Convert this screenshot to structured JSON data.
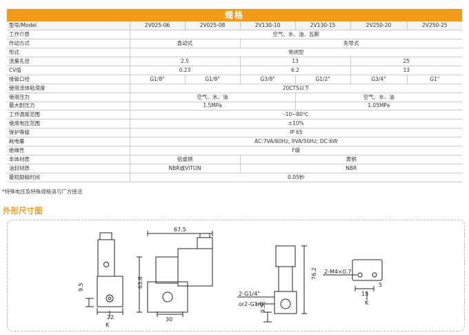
{
  "title": "规格",
  "table": {
    "header": [
      "型号/Model",
      "2V025-06",
      "2V025-08",
      "2V130-10",
      "2V130-15",
      "2V250-20",
      "2V250-25"
    ],
    "rows": [
      {
        "label": "工作介质",
        "cells": [
          {
            "text": "空气、水、油、瓦斯",
            "span": 6
          }
        ]
      },
      {
        "label": "作动方式",
        "cells": [
          {
            "text": "直动式",
            "span": 2
          },
          {
            "text": "先导式",
            "span": 4
          }
        ]
      },
      {
        "label": "形式",
        "cells": [
          {
            "text": "常闭型",
            "span": 6
          }
        ]
      },
      {
        "label": "流量孔径",
        "cells": [
          {
            "text": "2.5",
            "span": 2
          },
          {
            "text": "13",
            "span": 2
          },
          {
            "text": "25",
            "span": 2
          }
        ]
      },
      {
        "label": "CV值",
        "cells": [
          {
            "text": "0.23",
            "span": 2
          },
          {
            "text": "6.2",
            "span": 2
          },
          {
            "text": "13",
            "span": 2
          }
        ]
      },
      {
        "label": "接管口径",
        "cells": [
          {
            "text": "G1/8\"",
            "span": 1
          },
          {
            "text": "G1/8\"",
            "span": 1
          },
          {
            "text": "G3/8\"",
            "span": 1
          },
          {
            "text": "G1/2\"",
            "span": 1
          },
          {
            "text": "G3/4\"",
            "span": 1
          },
          {
            "text": "G1\"",
            "span": 1
          }
        ]
      },
      {
        "label": "使用流体粘滞度",
        "cells": [
          {
            "text": "20CTS以下",
            "span": 6
          }
        ]
      },
      {
        "label": "使用压力",
        "cells": [
          {
            "text": "空气、水、油",
            "span": 3
          },
          {
            "text": "空气、水、油",
            "span": 3
          }
        ]
      },
      {
        "label": "最大耐压力",
        "cells": [
          {
            "text": "1.5MPa",
            "span": 3
          },
          {
            "text": "1.05MPa",
            "span": 3
          }
        ]
      },
      {
        "label": "工作温度范围",
        "cells": [
          {
            "text": "-10~80℃",
            "span": 6
          }
        ]
      },
      {
        "label": "使用电压范围",
        "cells": [
          {
            "text": "±10%",
            "span": 6
          }
        ]
      },
      {
        "label": "保护等级",
        "cells": [
          {
            "text": "IP 65",
            "span": 6
          }
        ]
      },
      {
        "label": "耗电量",
        "cells": [
          {
            "text": "AC:7VA/60Hz, 9VA/50Hz; DC:6W",
            "span": 6
          }
        ]
      },
      {
        "label": "绝缘性",
        "cells": [
          {
            "text": "F级",
            "span": 6
          }
        ]
      },
      {
        "label": "本体材质",
        "cells": [
          {
            "text": "铝或铜",
            "span": 2
          },
          {
            "text": "黄铜",
            "span": 4
          }
        ]
      },
      {
        "label": "油封材质",
        "cells": [
          {
            "text": "NBR或VITON",
            "span": 2
          },
          {
            "text": "NBR",
            "span": 4
          }
        ]
      },
      {
        "label": "最短励磁时间",
        "cells": [
          {
            "text": "0.05秒",
            "span": 6
          }
        ]
      }
    ]
  },
  "note": "*特殊电压及特殊规格请与厂方接洽",
  "dimension_title": "外形尺寸图",
  "dimensions": {
    "d1": "9.5",
    "d2": "22",
    "d3": "K",
    "d4": "67.5",
    "d5": "63.8",
    "d6": "30",
    "d7": "76.2",
    "d8": "2-G1/4\"",
    "d9": "or2-G1/8\"",
    "d10": "9.5",
    "d11": "2-M4×0.7",
    "d12": "15",
    "d13": "5",
    "d14": "K"
  },
  "colors": {
    "accent": "#f19a1c",
    "border": "#c9c9c9",
    "line": "#222222"
  }
}
